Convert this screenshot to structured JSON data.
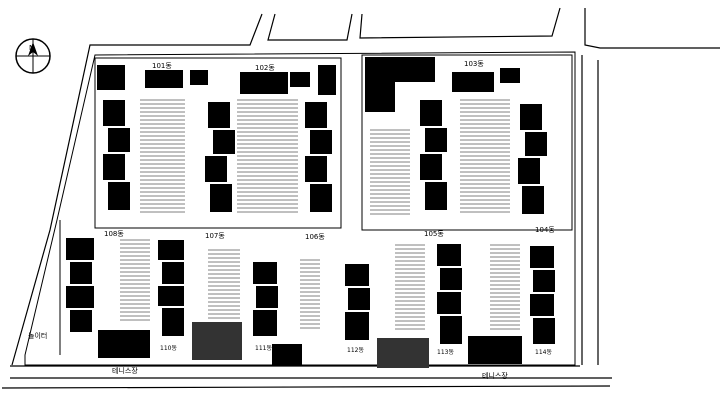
{
  "compass": {
    "label": "N"
  },
  "buildings": [
    {
      "id": "b101",
      "label": "101동"
    },
    {
      "id": "b102",
      "label": "102동"
    },
    {
      "id": "b103",
      "label": "103동"
    },
    {
      "id": "b104",
      "label": "104동"
    },
    {
      "id": "b105",
      "label": "105동"
    },
    {
      "id": "b106",
      "label": "106동"
    },
    {
      "id": "b107",
      "label": "107동"
    },
    {
      "id": "b108",
      "label": "108동"
    },
    {
      "id": "b110",
      "label": "110동"
    },
    {
      "id": "b111",
      "label": "111동"
    },
    {
      "id": "b112",
      "label": "112동"
    },
    {
      "id": "b113",
      "label": "113동"
    },
    {
      "id": "b114",
      "label": "114동"
    }
  ],
  "facilities": {
    "playground": "놀이터",
    "tennis_left": "테니스장",
    "tennis_right": "테니스장"
  }
}
